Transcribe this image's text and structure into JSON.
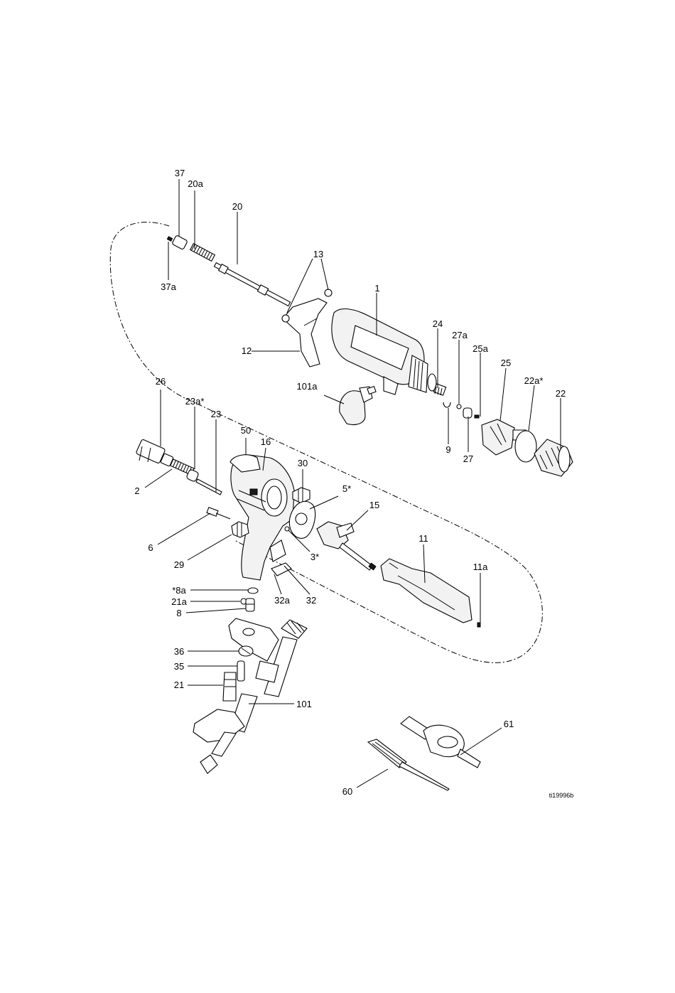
{
  "figure_id": "ti19996b",
  "callouts": {
    "c37": "37",
    "c20a": "20a",
    "c20": "20",
    "c37a": "37a",
    "c13": "13",
    "c1": "1",
    "c12": "12",
    "c24": "24",
    "c27a": "27a",
    "c25a": "25a",
    "c25": "25",
    "c22a": "22a*",
    "c22": "22",
    "c101a": "101a",
    "c9": "9",
    "c27": "27",
    "c26": "26",
    "c23a": "23a*",
    "c23": "23",
    "c50": "50",
    "c16": "16",
    "c30": "30",
    "c5": "5*",
    "c15": "15",
    "c11": "11",
    "c2": "2",
    "c6": "6",
    "c29": "29",
    "c3": "3*",
    "c11a": "11a",
    "c8a": "*8a",
    "c21a": "21a",
    "c8": "8",
    "c32a": "32a",
    "c32": "32",
    "c36": "36",
    "c35": "35",
    "c21": "21",
    "c101": "101",
    "c61": "61",
    "c60": "60"
  }
}
